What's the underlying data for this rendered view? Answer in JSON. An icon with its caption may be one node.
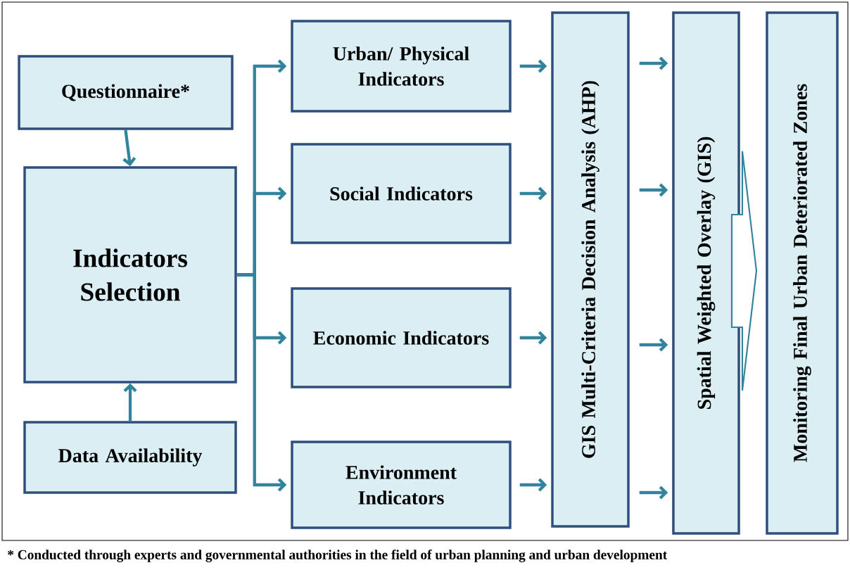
{
  "diagram": {
    "nodes": [
      {
        "text": [
          "Questionnaire*"
        ]
      },
      {
        "text": [
          "Indicators Selection"
        ]
      },
      {
        "text": [
          "Data Availability"
        ]
      },
      {
        "text": [
          "Urban/ Physical Indicators"
        ]
      },
      {
        "text": [
          "Social Indicators"
        ]
      },
      {
        "text": [
          "Economic Indicators"
        ]
      },
      {
        "text": [
          "Environment Indicators"
        ]
      },
      {
        "text": [
          "GIS Multi-Criteria Decision Analysis (AHP)"
        ]
      },
      {
        "text": [
          "Spatial Weighted Overlay (GIS)"
        ]
      },
      {
        "text": [
          "Monitoring Final Urban Deteriorated Zones"
        ]
      }
    ],
    "edges": [
      {
        "from": 0,
        "to": 1,
        "arrow": "to"
      },
      {
        "from": 2,
        "to": 1,
        "arrow": "to"
      },
      {
        "from": 1,
        "to": 3,
        "arrow": "to"
      },
      {
        "from": 1,
        "to": 4,
        "arrow": "to"
      },
      {
        "from": 1,
        "to": 5,
        "arrow": "to"
      },
      {
        "from": 1,
        "to": 6,
        "arrow": "to"
      },
      {
        "from": 3,
        "to": 7,
        "arrow": "to"
      },
      {
        "from": 4,
        "to": 7,
        "arrow": "to"
      },
      {
        "from": 5,
        "to": 7,
        "arrow": "to"
      },
      {
        "from": 6,
        "to": 7,
        "arrow": "to"
      },
      {
        "from": 7,
        "to": 8,
        "arrow": "to"
      },
      {
        "from": 7,
        "to": 8,
        "arrow": "to"
      },
      {
        "from": 7,
        "to": 8,
        "arrow": "to"
      },
      {
        "from": 7,
        "to": 8,
        "arrow": "to"
      },
      {
        "from": 8,
        "to": 9,
        "arrow": "to",
        "style": "thick"
      }
    ],
    "labels": [
      "* Conducted through experts and governmental authorities in the field of urban planning and urban development"
    ]
  }
}
